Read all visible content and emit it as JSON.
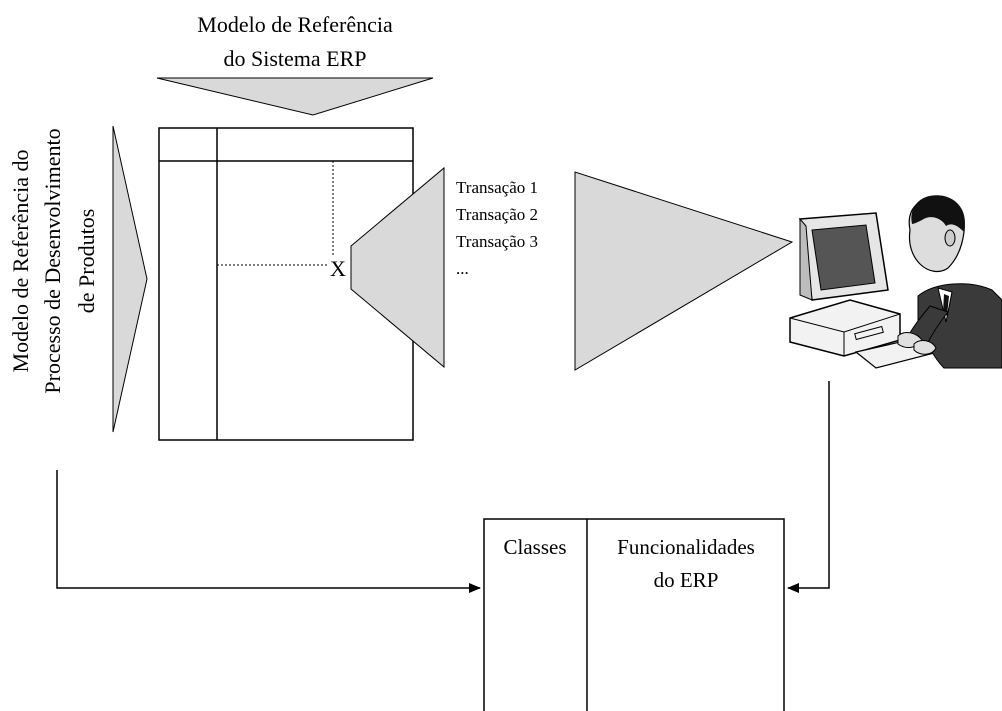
{
  "erp_model_title": {
    "line1": "Modelo de Referência",
    "line2": "do Sistema ERP"
  },
  "pdp_model_title": {
    "line1": "Modelo de Referência do",
    "line2": "Processo de Desenvolvimento",
    "line3": "de Produtos"
  },
  "matrix": {
    "intersection_label": "X"
  },
  "transactions": [
    "Transação 1",
    "Transação 2",
    "Transação 3",
    "..."
  ],
  "output_table": {
    "col1": "Classes",
    "col2_line1": "Funcionalidades",
    "col2_line2": "do ERP"
  },
  "colors": {
    "shape_fill": "#d9d9d9",
    "line": "#000000",
    "monitor_screen": "#555555",
    "suit": "#3a3a3a"
  }
}
